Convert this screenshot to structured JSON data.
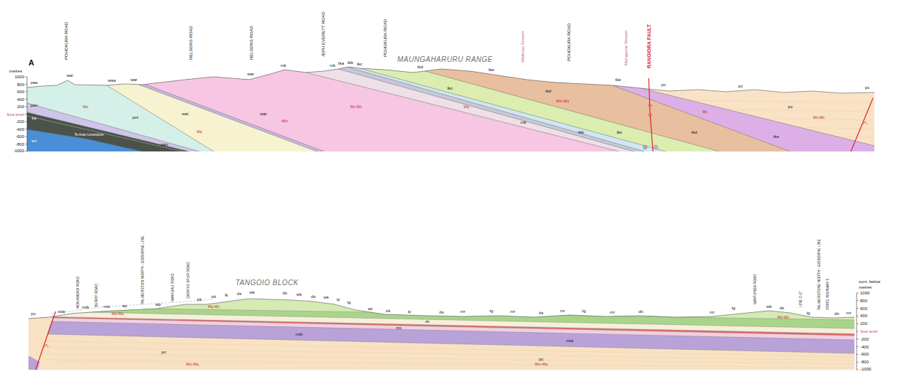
{
  "diagram": {
    "labels": [
      "A",
      "metres",
      "1000",
      "800",
      "600",
      "400",
      "200",
      "Sea level",
      "-200",
      "-400",
      "-600",
      "-800",
      "-1000",
      "POHOKURA ROAD",
      "NELSONS ROAD",
      "NELSONS ROAD",
      "JEPH EVERETT ROAD",
      "POHOKURA ROAD",
      "Waikoau Stream",
      "POHOKURA ROAD",
      "Mangaone Stream",
      "RANGIORA FAULT",
      "MAUNGAHARURU RANGE",
      "pae",
      "wai",
      "waa",
      "war",
      "war",
      "mk",
      "mk",
      "tka",
      "tkb",
      "tkc",
      "tkd",
      "tke",
      "tke",
      "pc",
      "pc",
      "pc",
      "pan",
      "ka",
      "wz",
      "Te Aute Limestone",
      "pol",
      "wai",
      "pan",
      "war",
      "mk",
      "tkb",
      "tkc",
      "tkd",
      "tke",
      "pc",
      "tkc",
      "tkd",
      "Wo",
      "Wp",
      "Wm",
      "Wn-Wc",
      "Wq",
      "Wm-Wq",
      "Wc",
      "Wn-Wc",
      "MOKAMOKA ROAD",
      "BERRY ROAD",
      "PALMERSTON NORTH - GISBORNE LINE",
      "WAIKOAU ROAD",
      "DARKYS SPUR ROAD",
      "WAIPUNGA ROAD",
      "LINE C-C'",
      "PALMERSTONE NORTH - GISBORNE LINE",
      "STATE HIGHWAY 5",
      "TANGOIO BLOCK",
      "cont. below",
      "metres",
      "1000",
      "800",
      "600",
      "400",
      "200",
      "Sea level",
      "-200",
      "-400",
      "-600",
      "-800",
      "-1000",
      "pc",
      "mta",
      "mtb",
      "mtc",
      "ep",
      "wp",
      "pk",
      "ok",
      "lk",
      "ds",
      "wk",
      "ds",
      "wk",
      "ds",
      "wk",
      "ip",
      "tg",
      "ep",
      "ok",
      "ip",
      "ds",
      "mr",
      "tg",
      "mr",
      "ds",
      "mr",
      "tg",
      "mr",
      "ds",
      "mr",
      "tg",
      "wk",
      "ds",
      "tg",
      "ds",
      "mr",
      "pc",
      "pc",
      "mtb",
      "mta",
      "mtc",
      "ok",
      "Wp-Wq",
      "Wq-Wc",
      "Wn-Wc",
      "Wm-Wq",
      "Wm-Wq"
    ]
  }
}
